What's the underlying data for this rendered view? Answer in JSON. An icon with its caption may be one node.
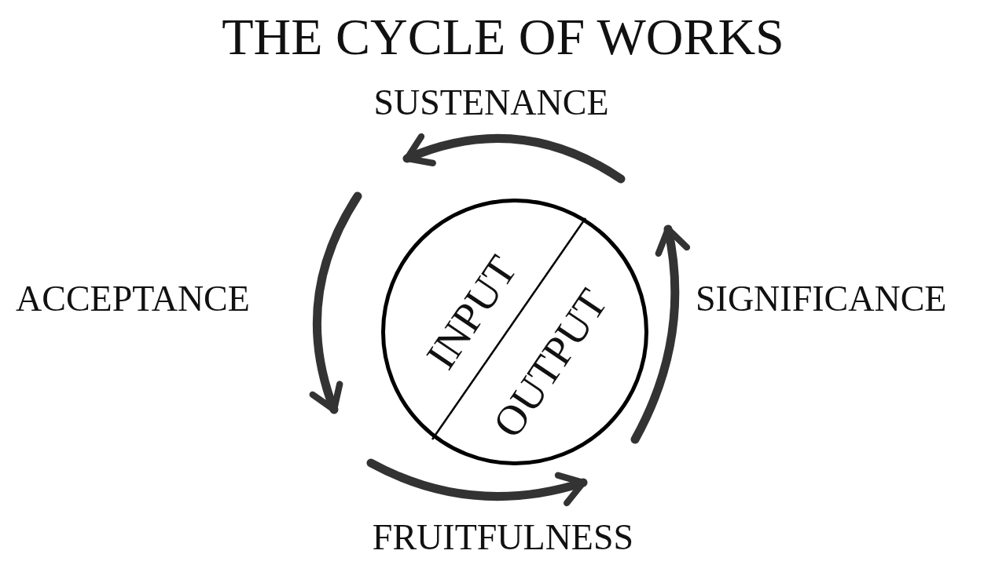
{
  "diagram": {
    "title": "THE CYCLE OF WORKS",
    "nodes": [
      {
        "text": [
          "INPUT",
          "OUTPUT"
        ]
      }
    ],
    "labels": [
      "SUSTENANCE",
      "ACCEPTANCE",
      "SIGNIFICANCE",
      "FRUITFULNESS"
    ]
  }
}
